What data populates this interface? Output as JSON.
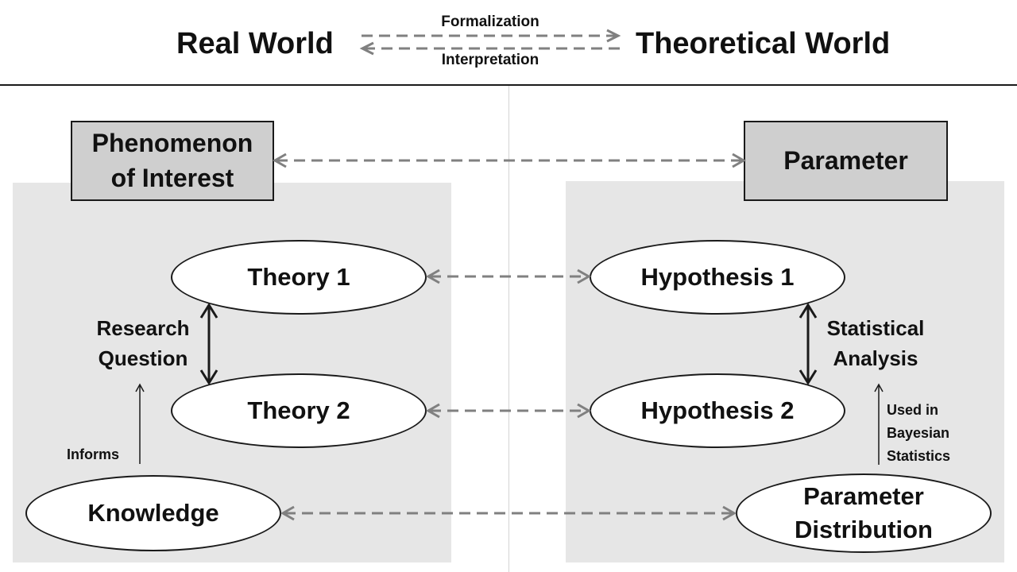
{
  "header": {
    "left_title": "Real World",
    "right_title": "Theoretical World",
    "arrow_top_label": "Formalization",
    "arrow_bottom_label": "Interpretation"
  },
  "left": {
    "box_lines": [
      "Phenomenon",
      "of Interest"
    ],
    "theory1": "Theory 1",
    "theory2": "Theory 2",
    "knowledge": "Knowledge",
    "research_question_lines": [
      "Research",
      "Question"
    ],
    "informs": "Informs"
  },
  "right": {
    "box": "Parameter",
    "hypothesis1": "Hypothesis 1",
    "hypothesis2": "Hypothesis 2",
    "param_dist_lines": [
      "Parameter",
      "Distribution"
    ],
    "statistical_analysis_lines": [
      "Statistical",
      "Analysis"
    ],
    "used_in_lines": [
      "Used in",
      "Bayesian",
      "Statistics"
    ]
  },
  "colors": {
    "panel": "#e6e6e6",
    "box_fill": "#cfcfcf",
    "dashed_arrow": "#808080",
    "solid_arrow": "#1a1a1a"
  }
}
